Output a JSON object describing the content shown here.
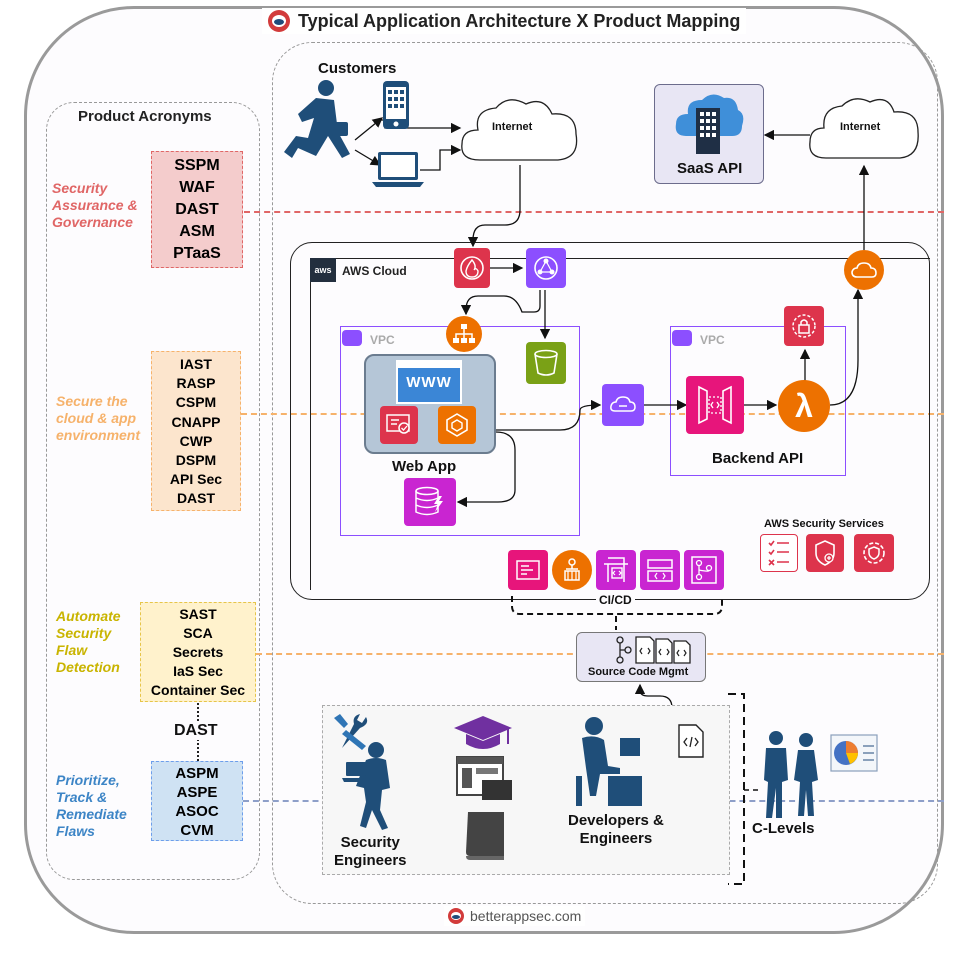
{
  "title": "Typical Application Architecture X Product Mapping",
  "footer": "betterappsec.com",
  "acronyms": {
    "heading": "Product Acronyms",
    "categories": [
      {
        "label": "Security Assurance & Governance",
        "lines": [
          "Security",
          "Assurance &",
          "Governance"
        ],
        "color": "#e06666",
        "items": [
          "SSPM",
          "WAF",
          "DAST",
          "ASM",
          "PTaaS"
        ]
      },
      {
        "label": "Secure the cloud & app environment",
        "lines": [
          "Secure the",
          "cloud & app",
          "environment"
        ],
        "color": "#f6b26b",
        "items": [
          "IAST",
          "RASP",
          "CSPM",
          "CNAPP",
          "CWP",
          "DSPM",
          "API Sec",
          "DAST"
        ]
      },
      {
        "label": "Automate Security Flaw Detection",
        "lines": [
          "Automate",
          "Security",
          "Flaw",
          "Detection"
        ],
        "color": "#c9b400",
        "items": [
          "SAST",
          "SCA",
          "Secrets",
          "IaS Sec",
          "Container Sec"
        ]
      },
      {
        "label": "Prioritize, Track & Remediate Flaws",
        "lines": [
          "Prioritize,",
          "Track &",
          "Remediate",
          "Flaws"
        ],
        "color": "#3d85c6",
        "items": [
          "ASPM",
          "ASPE",
          "ASOC",
          "CVM"
        ]
      }
    ],
    "dast_connector": "DAST"
  },
  "architecture": {
    "customers": "Customers",
    "internet_left": "Internet",
    "internet_right": "Internet",
    "saas_api": "SaaS API",
    "aws_cloud": "AWS Cloud",
    "vpc_left": "VPC",
    "vpc_right": "VPC",
    "www": "www",
    "web_app": "Web App",
    "backend_api": "Backend API",
    "lambda": "λ",
    "aws_security_services": "AWS Security Services",
    "cicd": "CI/CD",
    "source_code_mgmt": "Source Code Mgmt",
    "security_engineers": [
      "Security",
      "Engineers"
    ],
    "developers": [
      "Developers &",
      "Engineers"
    ],
    "c_levels": "C-Levels"
  },
  "colors": {
    "red": "#dd344c",
    "orange": "#ed7100",
    "purple": "#8c4fff",
    "pink": "#e7157b",
    "green": "#7aa116",
    "navy": "#1f4e79"
  }
}
